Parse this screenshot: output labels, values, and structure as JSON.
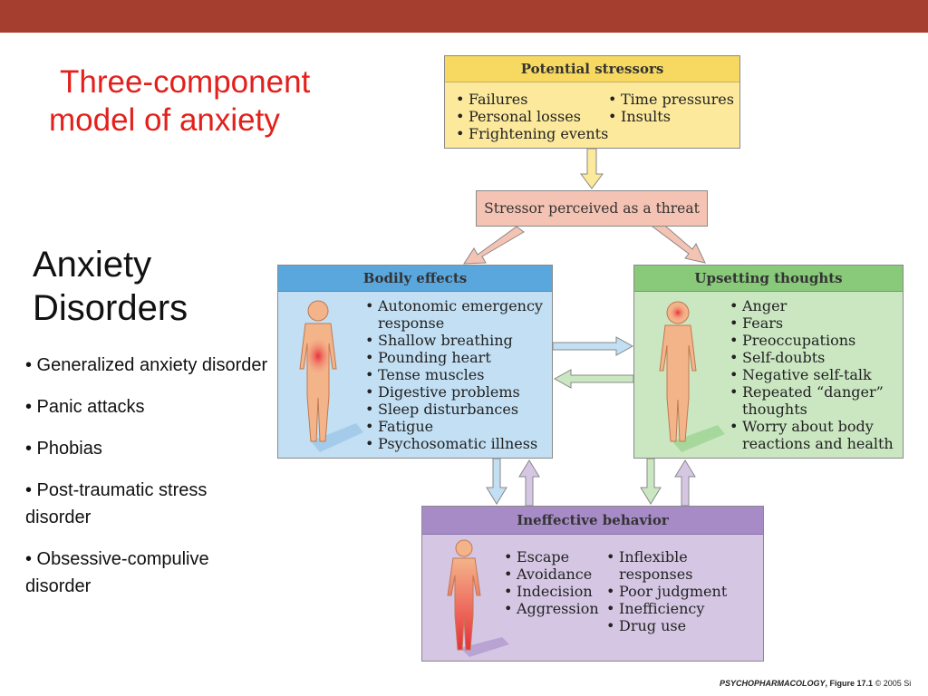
{
  "title": {
    "line1": "Three-component",
    "line2": "model of anxiety"
  },
  "heading": {
    "line1": "Anxiety",
    "line2": "Disorders"
  },
  "disorders": [
    "• Generalized anxiety disorder",
    "• Panic attacks",
    "• Phobias",
    "• Post-traumatic stress disorder",
    "• Obsessive-compulive disorder"
  ],
  "diagram": {
    "stressors": {
      "header": "Potential stressors",
      "col1": [
        "Failures",
        "Personal losses",
        "Frightening events"
      ],
      "col2": [
        "Time pressures",
        "Insults"
      ]
    },
    "perceived": "Stressor perceived as a threat",
    "bodily": {
      "header": "Bodily effects",
      "items": [
        "Autonomic emergency response",
        "Shallow breathing",
        "Pounding heart",
        "Tense muscles",
        "Digestive problems",
        "Sleep disturbances",
        "Fatigue",
        "Psychosomatic illness"
      ]
    },
    "thoughts": {
      "header": "Upsetting thoughts",
      "items": [
        "Anger",
        "Fears",
        "Preoccupations",
        "Self-doubts",
        "Negative self-talk",
        "Repeated “danger” thoughts",
        "Worry about body reactions and health"
      ]
    },
    "behavior": {
      "header": "Ineffective behavior",
      "col1": [
        "Escape",
        "Avoidance",
        "Indecision",
        "Aggression"
      ],
      "col2": [
        "Inflexible responses",
        "Poor judgment",
        "Inefficiency",
        "Drug use"
      ]
    }
  },
  "caption": {
    "book": "PSYCHOPHARMACOLOGY",
    "figure": ", Figure 17.1",
    "copyright": "© 2005 Si"
  },
  "colors": {
    "topbar": "#a53e2f",
    "title": "#e3201b",
    "stressors": "#fce99c",
    "perceived": "#f5c3b3",
    "bodily": "#c2dff3",
    "thoughts": "#cbe7c2",
    "behavior": "#d5c7e4"
  }
}
